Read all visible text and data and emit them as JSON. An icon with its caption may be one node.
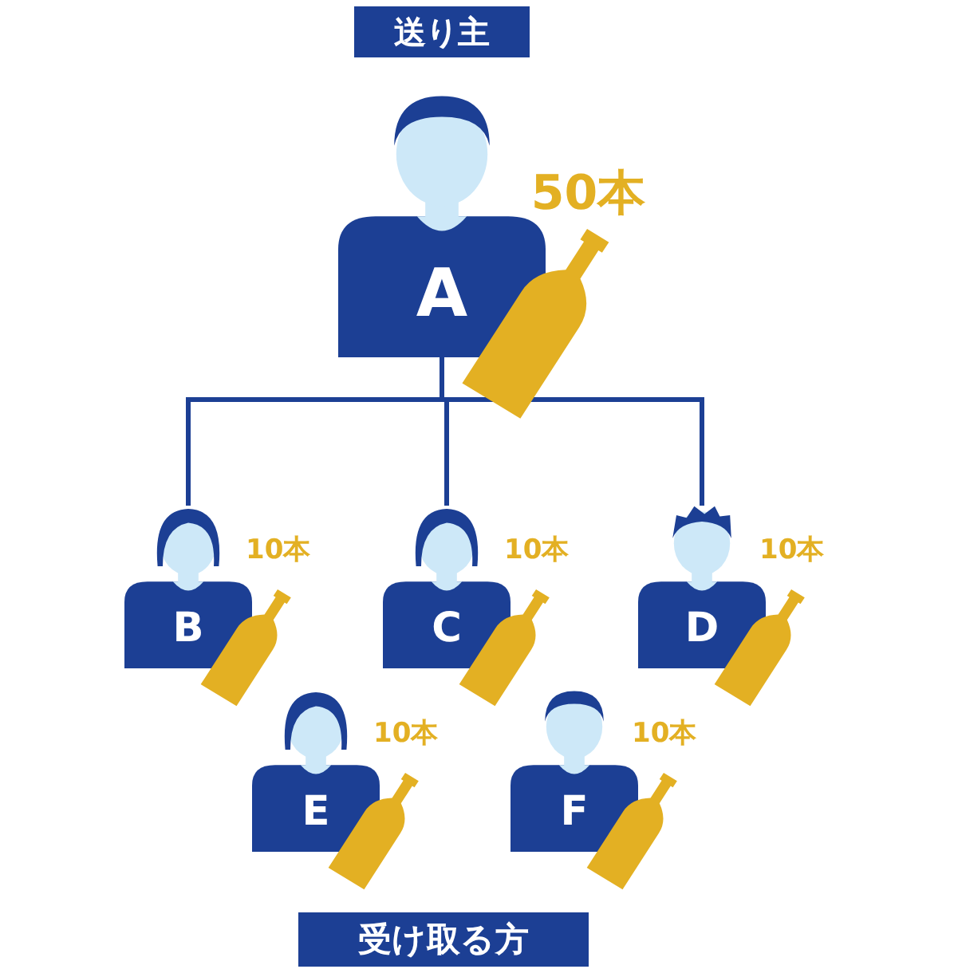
{
  "diagram": {
    "nodes": [
      {
        "text": [
          "A",
          "50本"
        ]
      },
      {
        "text": [
          "B",
          "10本"
        ]
      },
      {
        "text": [
          "C",
          "10本"
        ]
      },
      {
        "text": [
          "D",
          "10本"
        ]
      },
      {
        "text": [
          "E",
          "10本"
        ]
      },
      {
        "text": [
          "F",
          "10本"
        ]
      }
    ],
    "edges": [
      {
        "from": 0,
        "to": 1,
        "arrow": "none"
      },
      {
        "from": 0,
        "to": 2,
        "arrow": "none"
      },
      {
        "from": 0,
        "to": 3,
        "arrow": "none"
      }
    ],
    "labels": [
      "送り主",
      "受け取る方"
    ]
  }
}
